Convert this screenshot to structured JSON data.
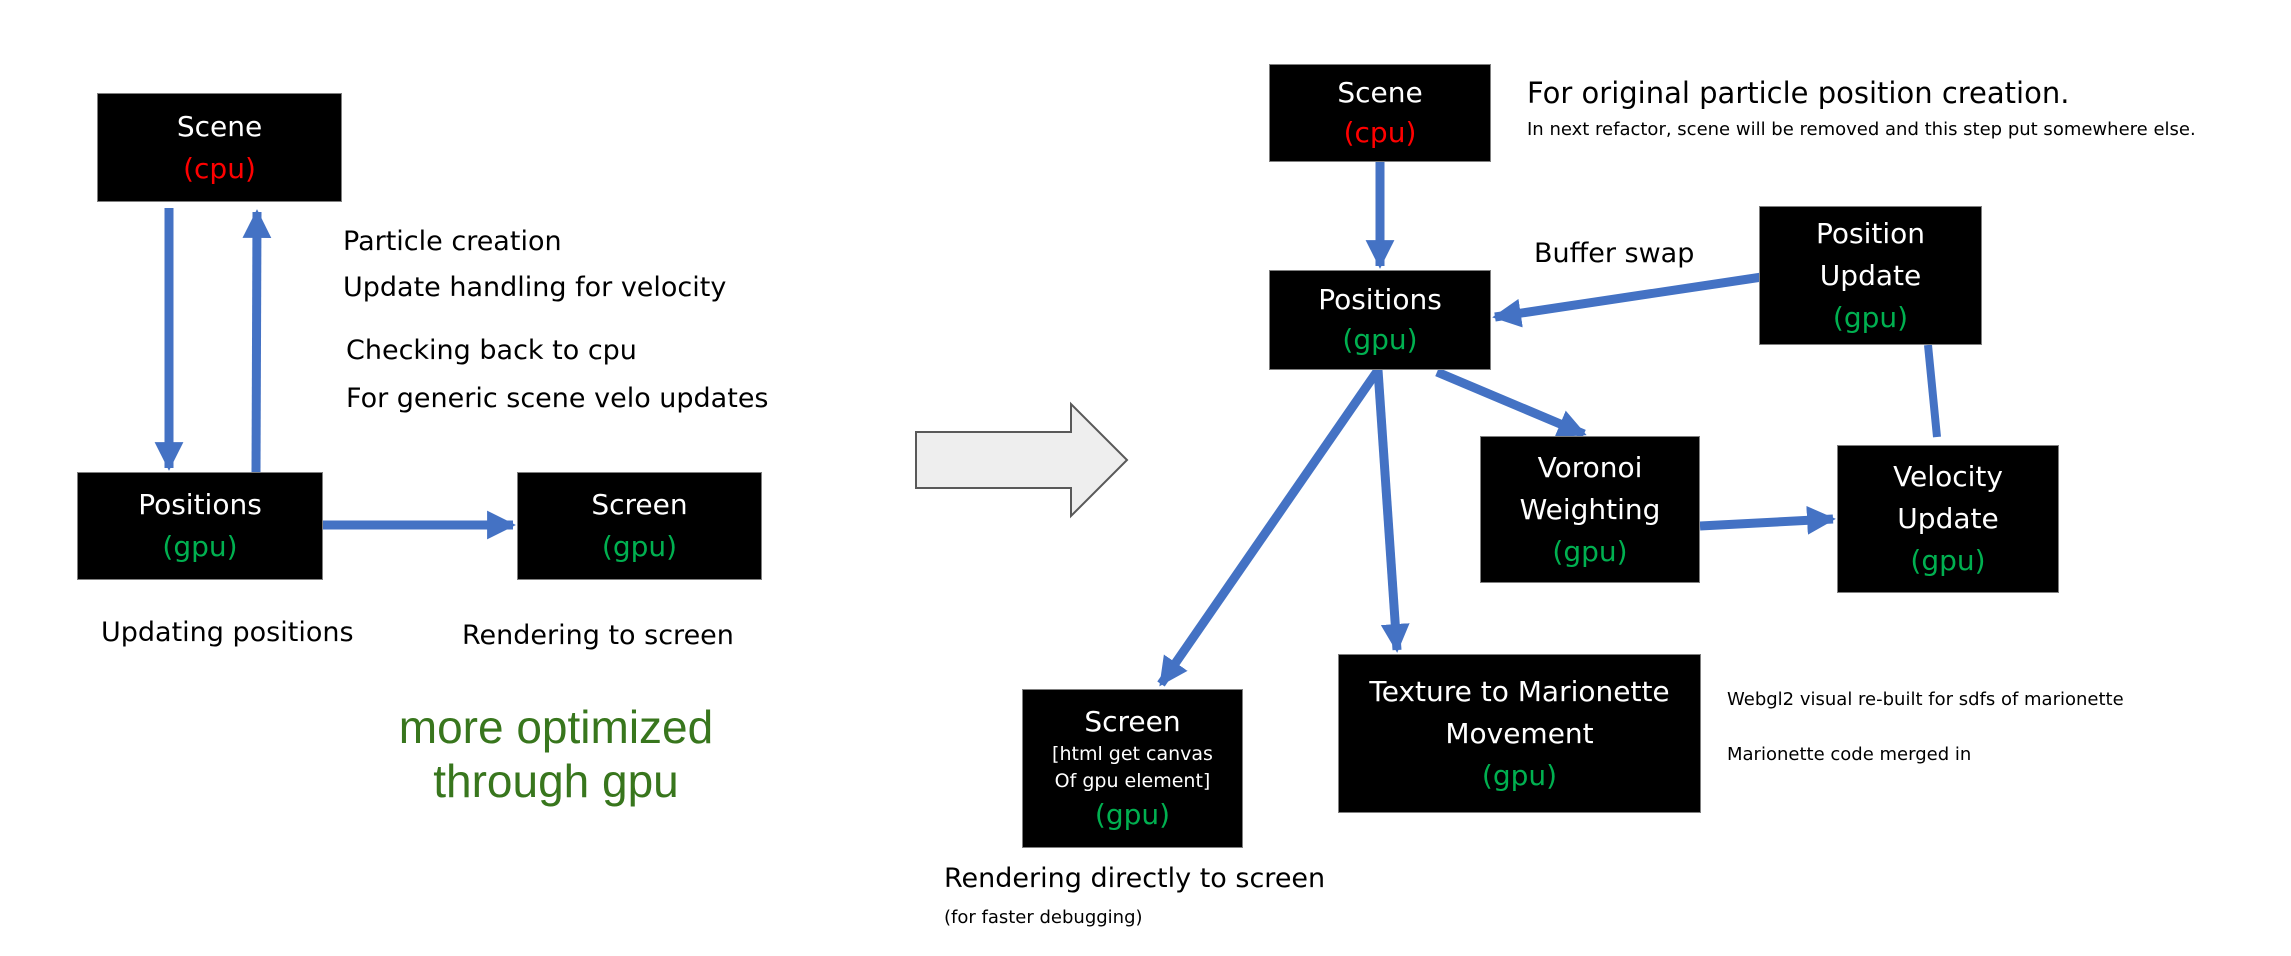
{
  "colors": {
    "arrow": "#4472c4",
    "cpu": "#ff0000",
    "gpu": "#00b050",
    "highlight_text": "#38761d",
    "transition_arrow_fill": "#eeeeee",
    "transition_arrow_stroke": "#595959"
  },
  "left_diagram": {
    "nodes": {
      "scene": {
        "title": "Scene",
        "tag": "(cpu)"
      },
      "positions": {
        "title": "Positions",
        "tag": "(gpu)"
      },
      "screen": {
        "title": "Screen",
        "tag": "(gpu)"
      }
    },
    "notes": {
      "particle_creation": "Particle creation",
      "update_handling": "Update handling for velocity",
      "checking_back": "Checking back to cpu",
      "generic_updates": "For generic scene velo updates",
      "updating_positions": "Updating positions",
      "rendering_to_screen": "Rendering to screen"
    },
    "highlight": {
      "line1": "more optimized",
      "line2": "through gpu"
    }
  },
  "right_diagram": {
    "nodes": {
      "scene": {
        "title": "Scene",
        "tag": "(cpu)"
      },
      "positions": {
        "title": "Positions",
        "tag": "(gpu)"
      },
      "position_update": {
        "title1": "Position",
        "title2": "Update",
        "tag": "(gpu)"
      },
      "voronoi": {
        "title1": "Voronoi",
        "title2": "Weighting",
        "tag": "(gpu)"
      },
      "velocity": {
        "title1": "Velocity",
        "title2": "Update",
        "tag": "(gpu)"
      },
      "texture": {
        "title1": "Texture to Marionette",
        "title2": "Movement",
        "tag": "(gpu)"
      },
      "screen": {
        "title": "Screen",
        "sub1": "[html  get canvas",
        "sub2": "Of gpu element]",
        "tag": "(gpu)"
      }
    },
    "notes": {
      "scene_main": "For original particle position creation.",
      "scene_sub": "In next refactor, scene will be removed  and this step put  somewhere  else.",
      "buffer_swap": "Buffer swap",
      "webgl2": "Webgl2 visual re-built for sdfs of marionette",
      "marionette_merged": "Marionette  code merged  in",
      "rendering_directly": "Rendering directly to screen",
      "faster_debugging": "(for faster debugging)"
    }
  },
  "edges": [
    {
      "from": "left.scene",
      "to": "left.positions",
      "label": ""
    },
    {
      "from": "left.positions",
      "to": "left.scene",
      "label": ""
    },
    {
      "from": "left.positions",
      "to": "left.screen",
      "label": ""
    },
    {
      "from": "right.scene",
      "to": "right.positions",
      "label": ""
    },
    {
      "from": "right.position_update",
      "to": "right.positions",
      "label": "Buffer swap"
    },
    {
      "from": "right.positions",
      "to": "right.voronoi",
      "label": ""
    },
    {
      "from": "right.positions",
      "to": "right.texture",
      "label": ""
    },
    {
      "from": "right.positions",
      "to": "right.screen",
      "label": ""
    },
    {
      "from": "right.voronoi",
      "to": "right.velocity",
      "label": ""
    },
    {
      "from": "right.velocity",
      "to": "right.position_update",
      "label": "",
      "arrowhead": false
    }
  ]
}
